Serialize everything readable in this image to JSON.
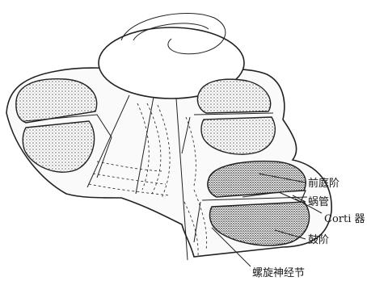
{
  "labels": {
    "scala_vestibuli": "前庭阶",
    "cochlear_duct": "蜗管",
    "organ_of_corti": "Corti 器",
    "scala_tympani": "鼓阶",
    "spiral_ganglion": "螺旋神经节"
  },
  "colors": {
    "ink": "#222222",
    "stipple": "#555555",
    "background": "#ffffff"
  }
}
